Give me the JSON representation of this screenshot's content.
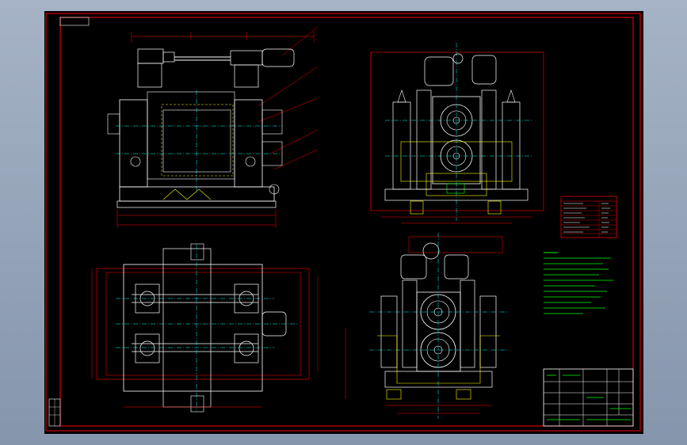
{
  "app": {
    "mode": "cad-drawing-viewer",
    "background_color": "#000000",
    "frame_color": "#ff0000",
    "line_colors": {
      "outline": "#ffffff",
      "dimension": "#ff0000",
      "center": "#00ffff",
      "hidden": "#ffff00",
      "annotation": "#00ff00"
    }
  },
  "drawing": {
    "views": [
      {
        "name": "top-left-front-view"
      },
      {
        "name": "top-right-side-view"
      },
      {
        "name": "bottom-left-plan-view"
      },
      {
        "name": "bottom-right-side-view"
      }
    ],
    "spec_table": {
      "rows": 8
    },
    "technical_notes": {
      "lines": 11
    },
    "title_block": {
      "rows": 5
    }
  }
}
